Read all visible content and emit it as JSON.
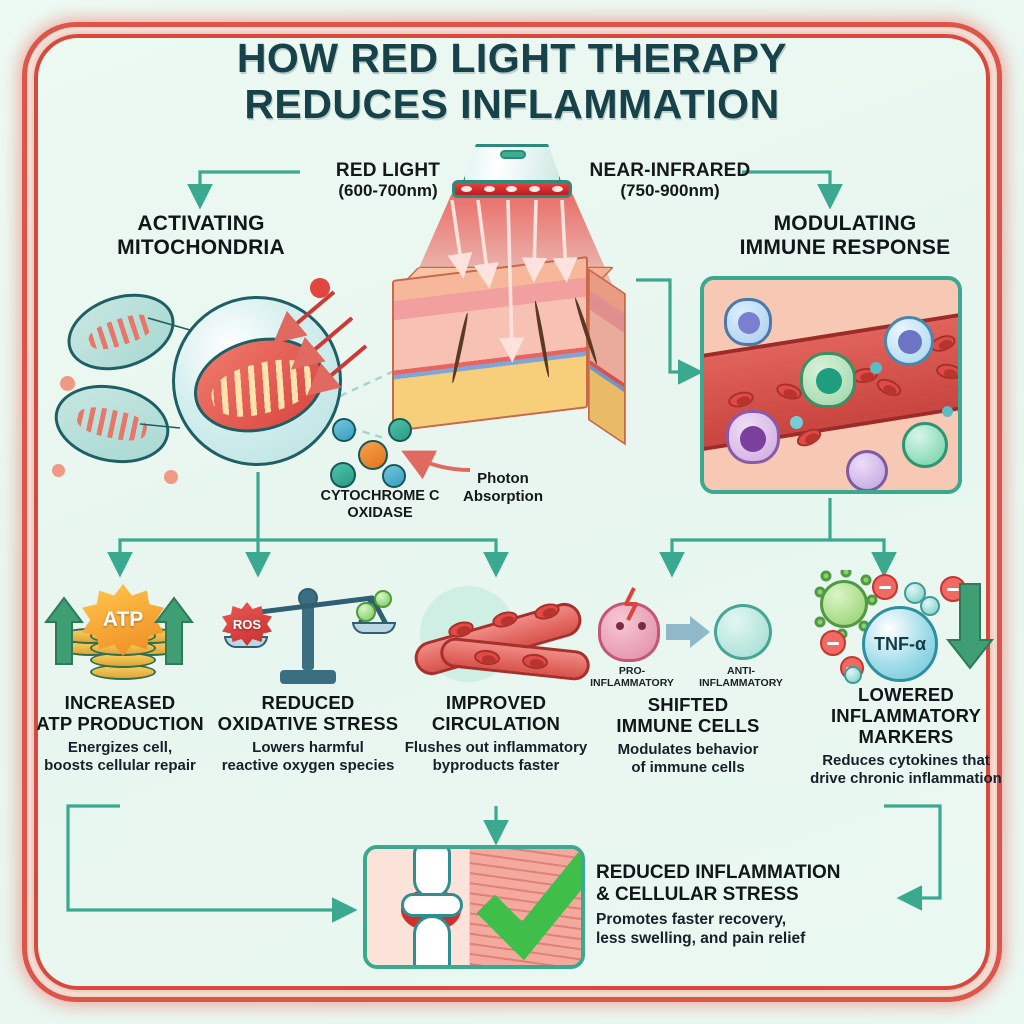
{
  "title_line1": "HOW RED LIGHT THERAPY",
  "title_line2": "REDUCES INFLAMMATION",
  "light_sources": {
    "red": {
      "name": "RED LIGHT",
      "range": "(600-700nm)"
    },
    "nir": {
      "name": "NEAR-INFRARED",
      "range": "(750-900nm)"
    }
  },
  "mechanisms": {
    "left": {
      "line1": "ACTIVATING",
      "line2": "MITOCHONDRIA"
    },
    "right": {
      "line1": "MODULATING",
      "line2": "IMMUNE RESPONSE"
    }
  },
  "molecule": {
    "label_line1": "CYTOCHROME C",
    "label_line2": "OXIDASE",
    "absorption_line1": "Photon",
    "absorption_line2": "Absorption"
  },
  "benefits": [
    {
      "title_line1": "INCREASED",
      "title_line2": "ATP PRODUCTION",
      "desc_line1": "Energizes cell,",
      "desc_line2": "boosts cellular repair",
      "icon": "atp-coins-icon",
      "icon_label": "ATP"
    },
    {
      "title_line1": "REDUCED",
      "title_line2": "OXIDATIVE STRESS",
      "desc_line1": "Lowers harmful",
      "desc_line2": "reactive oxygen species",
      "icon": "balance-scale-icon",
      "icon_label": "ROS"
    },
    {
      "title_line1": "IMPROVED",
      "title_line2": "CIRCULATION",
      "desc_line1": "Flushes out inflammatory",
      "desc_line2": "byproducts faster",
      "icon": "blood-vessel-icon",
      "icon_label": ""
    },
    {
      "title_line1": "SHIFTED",
      "title_line2": "IMMUNE CELLS",
      "desc_line1": "Modulates behavior",
      "desc_line2": "of immune cells",
      "icon": "immune-cell-shift-icon",
      "icon_label": "",
      "sub_left_line1": "PRO-",
      "sub_left_line2": "INFLAMMATORY",
      "sub_right_line1": "ANTI-",
      "sub_right_line2": "INFLAMMATORY"
    },
    {
      "title_line1": "LOWERED",
      "title_line2": "INFLAMMATORY",
      "title_line3": "MARKERS",
      "desc_line1": "Reduces cytokines that",
      "desc_line2": "drive chronic inflammation",
      "icon": "cytokine-icon",
      "icon_label": "TNF-α"
    }
  ],
  "result": {
    "title_line1": "REDUCED INFLAMMATION",
    "title_line2": "& CELLULAR STRESS",
    "desc_line1": "Promotes faster recovery,",
    "desc_line2": "less swelling, and pain relief",
    "icon": "joint-healing-checkmark-icon"
  },
  "colors": {
    "background": "#eaf7f0",
    "title": "#17424a",
    "frame_red": "#e0564a",
    "arrow_green": "#3aa98f",
    "red_light": "#e8413c",
    "panel_border": "#3aa98f"
  }
}
